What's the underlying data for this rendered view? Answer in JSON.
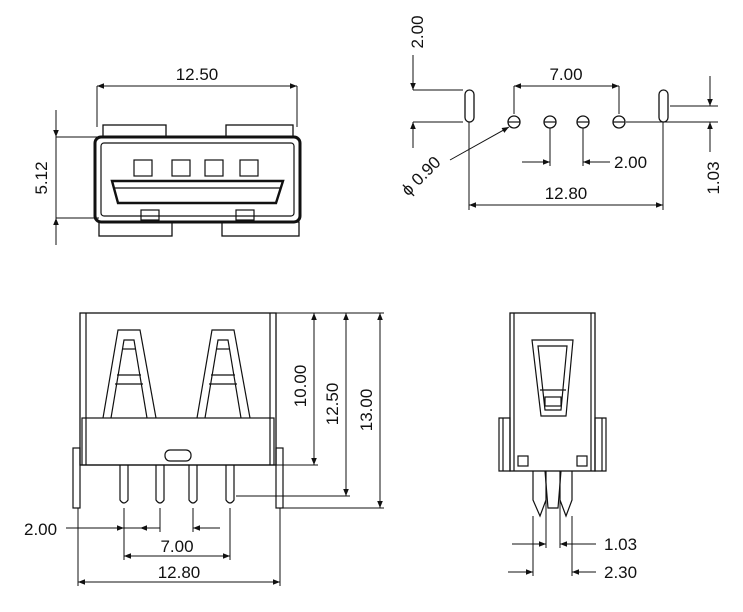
{
  "drawing": {
    "colors": {
      "line": "#111111",
      "background": "#ffffff"
    },
    "top_view": {
      "width_label": "12.50",
      "height_label": "5.12"
    },
    "footprint": {
      "vertical_offset_label": "2.00",
      "pin_span_label": "7.00",
      "pin_pitch_label": "2.00",
      "overall_width_label": "12.80",
      "slot_offset_label": "1.03",
      "hole_diameter_label": "ϕ 0.90"
    },
    "front_view": {
      "height_10_label": "10.00",
      "height_12_label": "12.50",
      "height_13_label": "13.00",
      "pitch_label": "2.00",
      "span_label": "7.00",
      "overall_label": "12.80"
    },
    "side_view": {
      "pin_offset_label": "1.03",
      "leg_spacing_label": "2.30"
    }
  }
}
